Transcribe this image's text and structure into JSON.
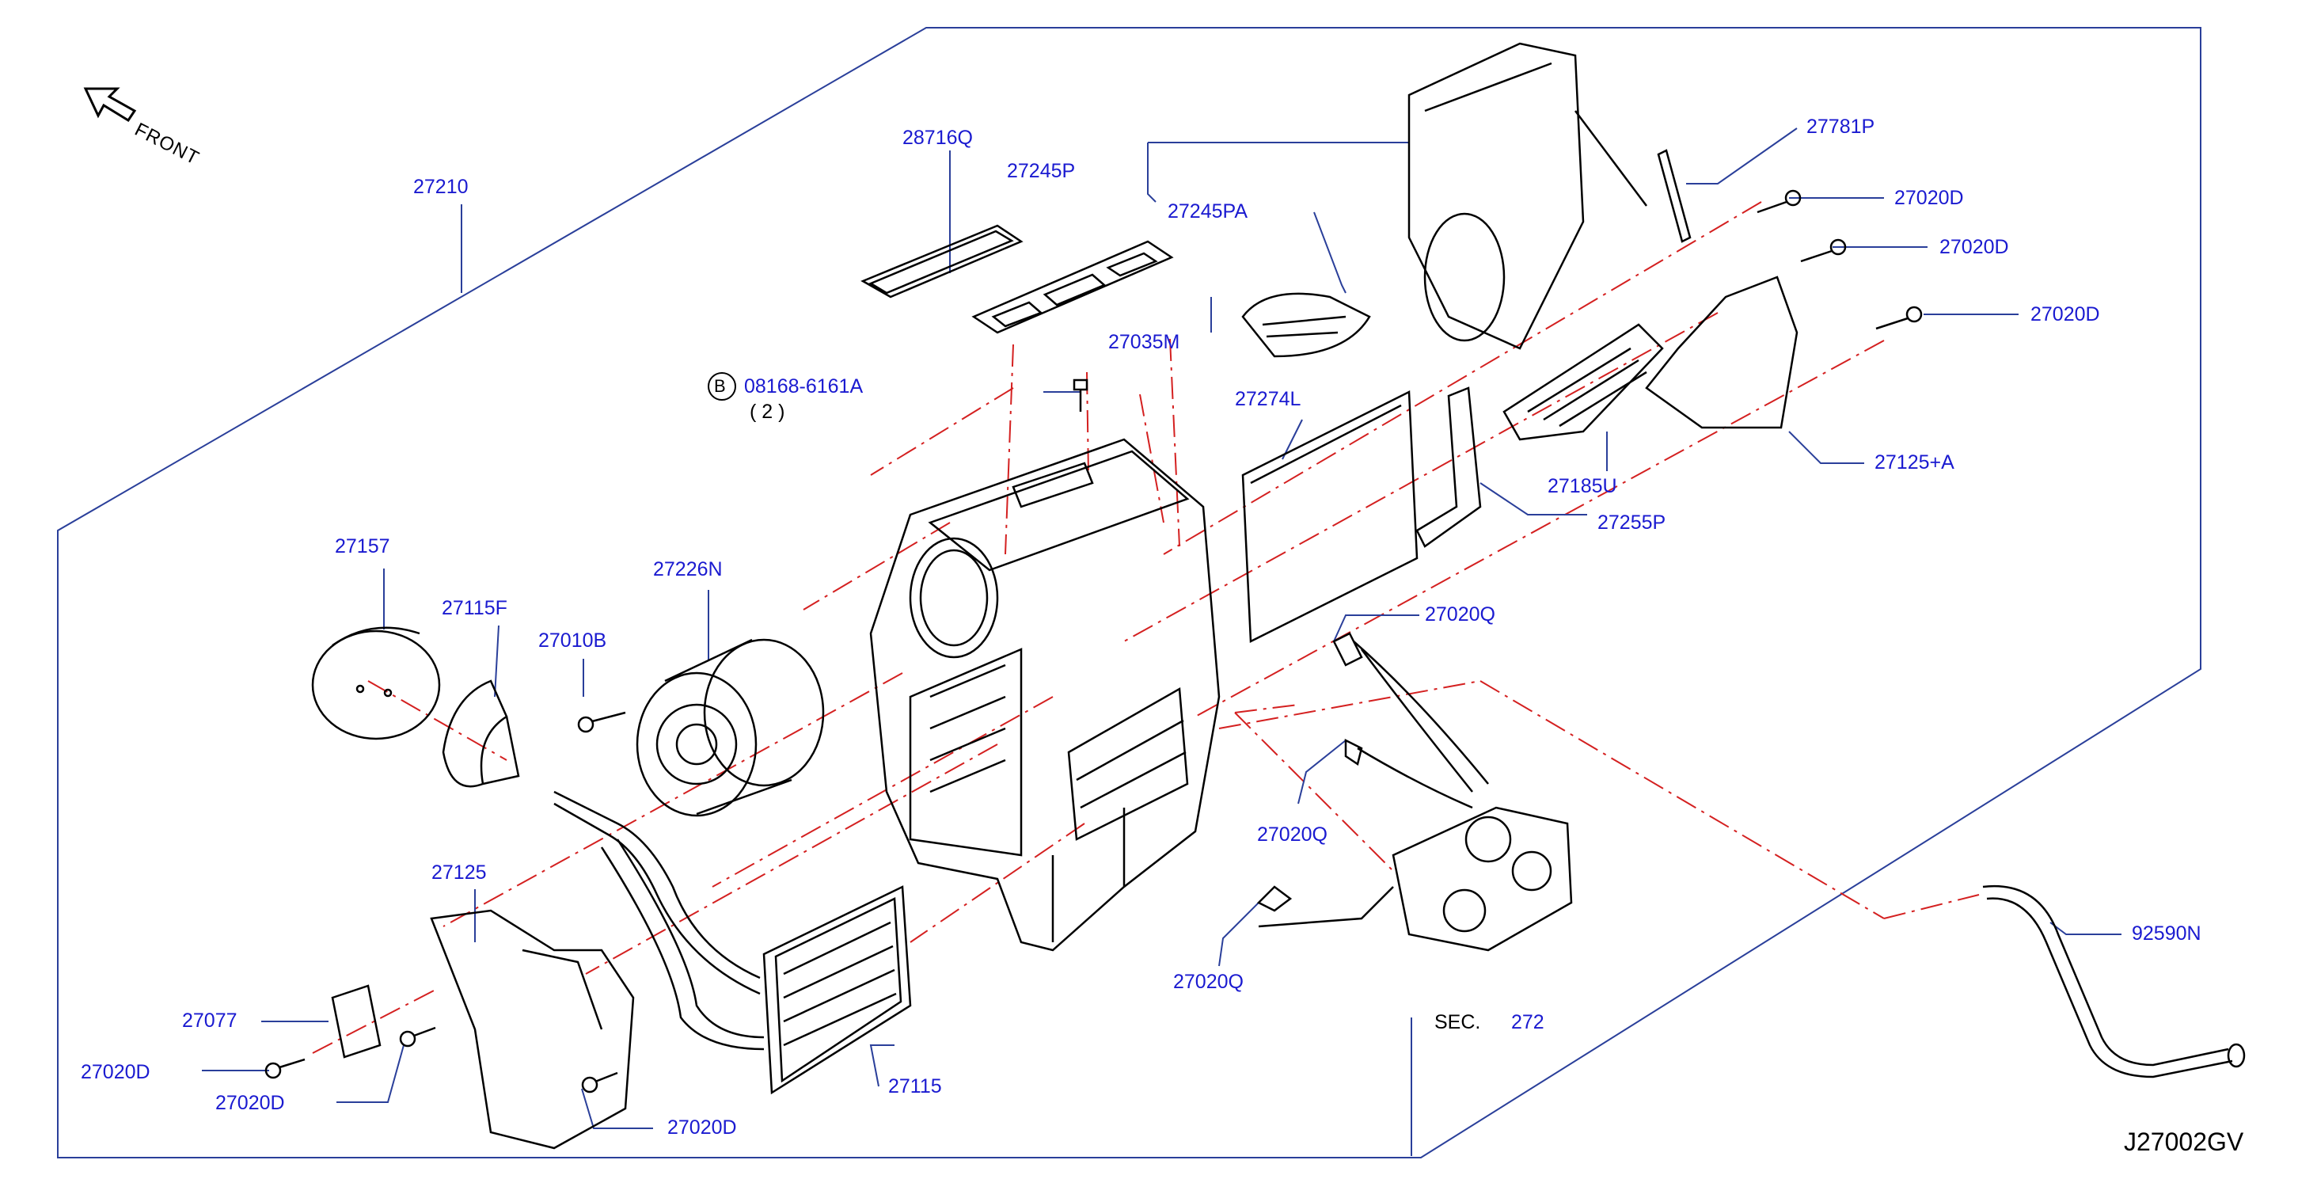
{
  "diagram": {
    "orientation_label": "FRONT",
    "drawing_code": "J27002GV",
    "bolt_callout": {
      "symbol": "B",
      "part": "08168-6161A",
      "qty": "( 2 )"
    },
    "section_ref": {
      "prefix": "SEC.",
      "number": "272"
    },
    "parts": [
      {
        "key": "p27210",
        "label": "27210"
      },
      {
        "key": "p28716Q",
        "label": "28716Q"
      },
      {
        "key": "p27245P",
        "label": "27245P"
      },
      {
        "key": "p27245PA",
        "label": "27245PA"
      },
      {
        "key": "p27035M",
        "label": "27035M"
      },
      {
        "key": "p27781P",
        "label": "27781P"
      },
      {
        "key": "p27020D_a",
        "label": "27020D"
      },
      {
        "key": "p27020D_b",
        "label": "27020D"
      },
      {
        "key": "p27020D_c",
        "label": "27020D"
      },
      {
        "key": "p27274L",
        "label": "27274L"
      },
      {
        "key": "p27125A",
        "label": "27125+A"
      },
      {
        "key": "p27185U",
        "label": "27185U"
      },
      {
        "key": "p27255P",
        "label": "27255P"
      },
      {
        "key": "p27157",
        "label": "27157"
      },
      {
        "key": "p27226N",
        "label": "27226N"
      },
      {
        "key": "p27115F",
        "label": "27115F"
      },
      {
        "key": "p27010B",
        "label": "27010B"
      },
      {
        "key": "p27020Q_a",
        "label": "27020Q"
      },
      {
        "key": "p27020Q_b",
        "label": "27020Q"
      },
      {
        "key": "p27020Q_c",
        "label": "27020Q"
      },
      {
        "key": "p27125",
        "label": "27125"
      },
      {
        "key": "p27077",
        "label": "27077"
      },
      {
        "key": "p27020D_d",
        "label": "27020D"
      },
      {
        "key": "p27020D_e",
        "label": "27020D"
      },
      {
        "key": "p27020D_f",
        "label": "27020D"
      },
      {
        "key": "p27115",
        "label": "27115"
      },
      {
        "key": "p92590N",
        "label": "92590N"
      }
    ]
  },
  "colors": {
    "label": "#1a1ad0",
    "leader": "#2a3f9a",
    "ref_line": "#d42020",
    "outline": "#000000"
  }
}
